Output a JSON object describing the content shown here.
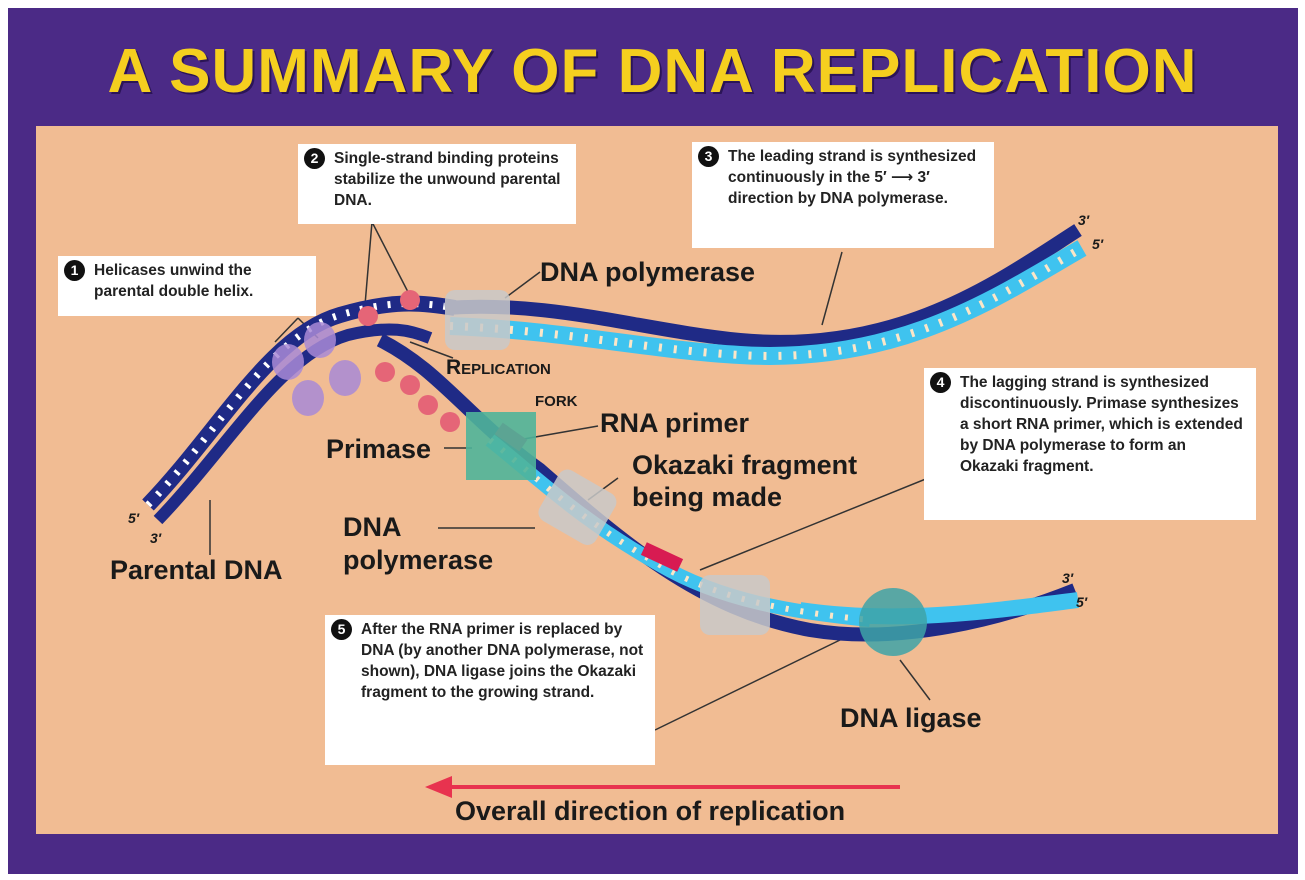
{
  "title": "A SUMMARY OF DNA REPLICATION",
  "steps": [
    {
      "num": "1",
      "text": "Helicases unwind the parental double helix."
    },
    {
      "num": "2",
      "text": "Single-strand binding proteins stabilize the unwound parental DNA."
    },
    {
      "num": "3",
      "text": "The leading strand is synthesized continuously in the 5′ ⟶ 3′ direction by DNA polymerase."
    },
    {
      "num": "4",
      "text": "The lagging strand is synthesized discontinuously. Primase synthesizes a short RNA primer, which is extended by DNA polymerase to form an Okazaki fragment."
    },
    {
      "num": "5",
      "text": "After the RNA primer is replaced by DNA (by another DNA polymerase, not shown), DNA ligase joins the Okazaki fragment to the growing strand."
    }
  ],
  "labels": {
    "dna_polymerase_top": "DNA polymerase",
    "replication": "Replication",
    "fork": "FORK",
    "rna_primer": "RNA primer",
    "primase": "Primase",
    "okazaki_1": "Okazaki fragment",
    "okazaki_2": "being made",
    "dna_polymerase_lower_1": "DNA",
    "dna_polymerase_lower_2": "polymerase",
    "parental_dna": "Parental DNA",
    "dna_ligase": "DNA ligase",
    "overall_direction": "Overall direction of replication"
  },
  "strand_ends": {
    "left_top": "5′",
    "left_bottom": "3′",
    "top_right_upper": "3′",
    "top_right_lower": "5′",
    "bottom_right_upper": "3′",
    "bottom_right_lower": "5′"
  },
  "colors": {
    "frame": "#4b2a86",
    "title": "#f5cf1f",
    "panel": "#f1bc93",
    "parental_strand": "#1f2a86",
    "new_strand": "#3fc3ef",
    "rna_primer": "#d81b52",
    "helicase": "#a98ad6",
    "ssb": "#e56577",
    "primase": "#4fb49a",
    "polymerase": "#c9c9c9",
    "ligase": "#3ea3a7",
    "arrow": "#e8334f"
  }
}
